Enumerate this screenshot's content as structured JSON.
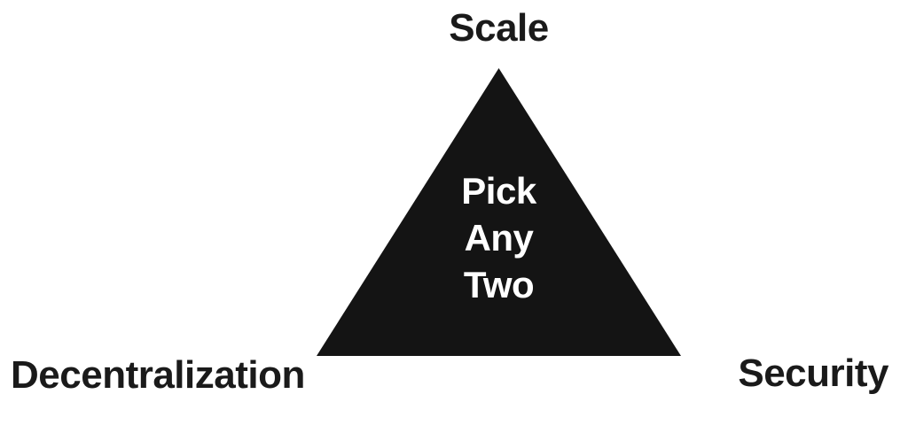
{
  "diagram": {
    "title": "Pick Any Two trilemma triangle",
    "top_label": "Scale",
    "bottom_left_label": "Decentralization",
    "bottom_right_label": "Security",
    "center_lines": {
      "line1": "Pick",
      "line2": "Any",
      "line3": "Two"
    },
    "colors": {
      "background": "#ffffff",
      "triangle": "#141414",
      "label_text": "#1a1a1a",
      "center_text": "#ffffff"
    }
  }
}
